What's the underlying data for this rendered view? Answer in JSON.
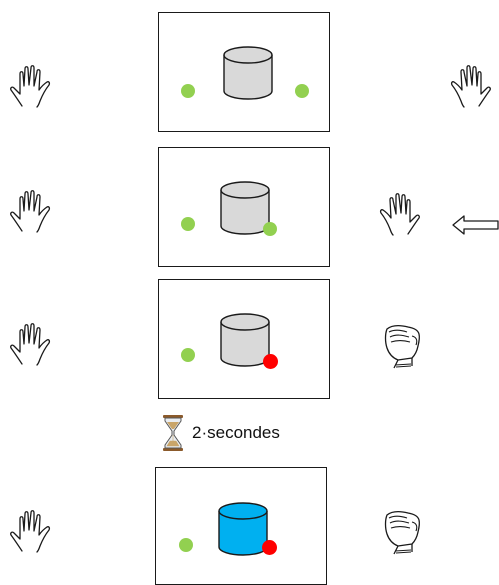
{
  "timer": {
    "label": "2·secondes",
    "icon": "hourglass-icon"
  },
  "colors": {
    "green_dot": "#92d050",
    "red_dot": "#ff0000",
    "cylinder_grey": "#d9d9d9",
    "cylinder_blue": "#00b0f0",
    "stroke": "#1a1a1a"
  },
  "steps": [
    {
      "left_hand": "open",
      "right_hand": "open",
      "right_dot": "green",
      "cylinder": "grey",
      "arrow": false
    },
    {
      "left_hand": "open",
      "right_hand": "open",
      "right_dot": "green",
      "cylinder": "grey",
      "arrow": true
    },
    {
      "left_hand": "open",
      "right_hand": "fist",
      "right_dot": "red",
      "cylinder": "grey",
      "arrow": false
    },
    {
      "left_hand": "open",
      "right_hand": "fist",
      "right_dot": "red",
      "cylinder": "blue",
      "arrow": false
    }
  ]
}
